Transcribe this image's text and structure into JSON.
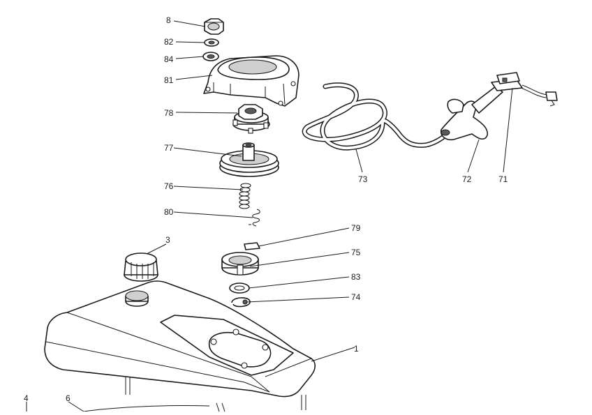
{
  "callouts": {
    "c8": "8",
    "c82": "82",
    "c84": "84",
    "c81": "81",
    "c78": "78",
    "c77": "77",
    "c76": "76",
    "c80": "80",
    "c3": "3",
    "c79": "79",
    "c75": "75",
    "c83": "83",
    "c74": "74",
    "c73": "73",
    "c72": "72",
    "c71": "71",
    "c1": "1",
    "c4": "4",
    "c6": "6"
  }
}
